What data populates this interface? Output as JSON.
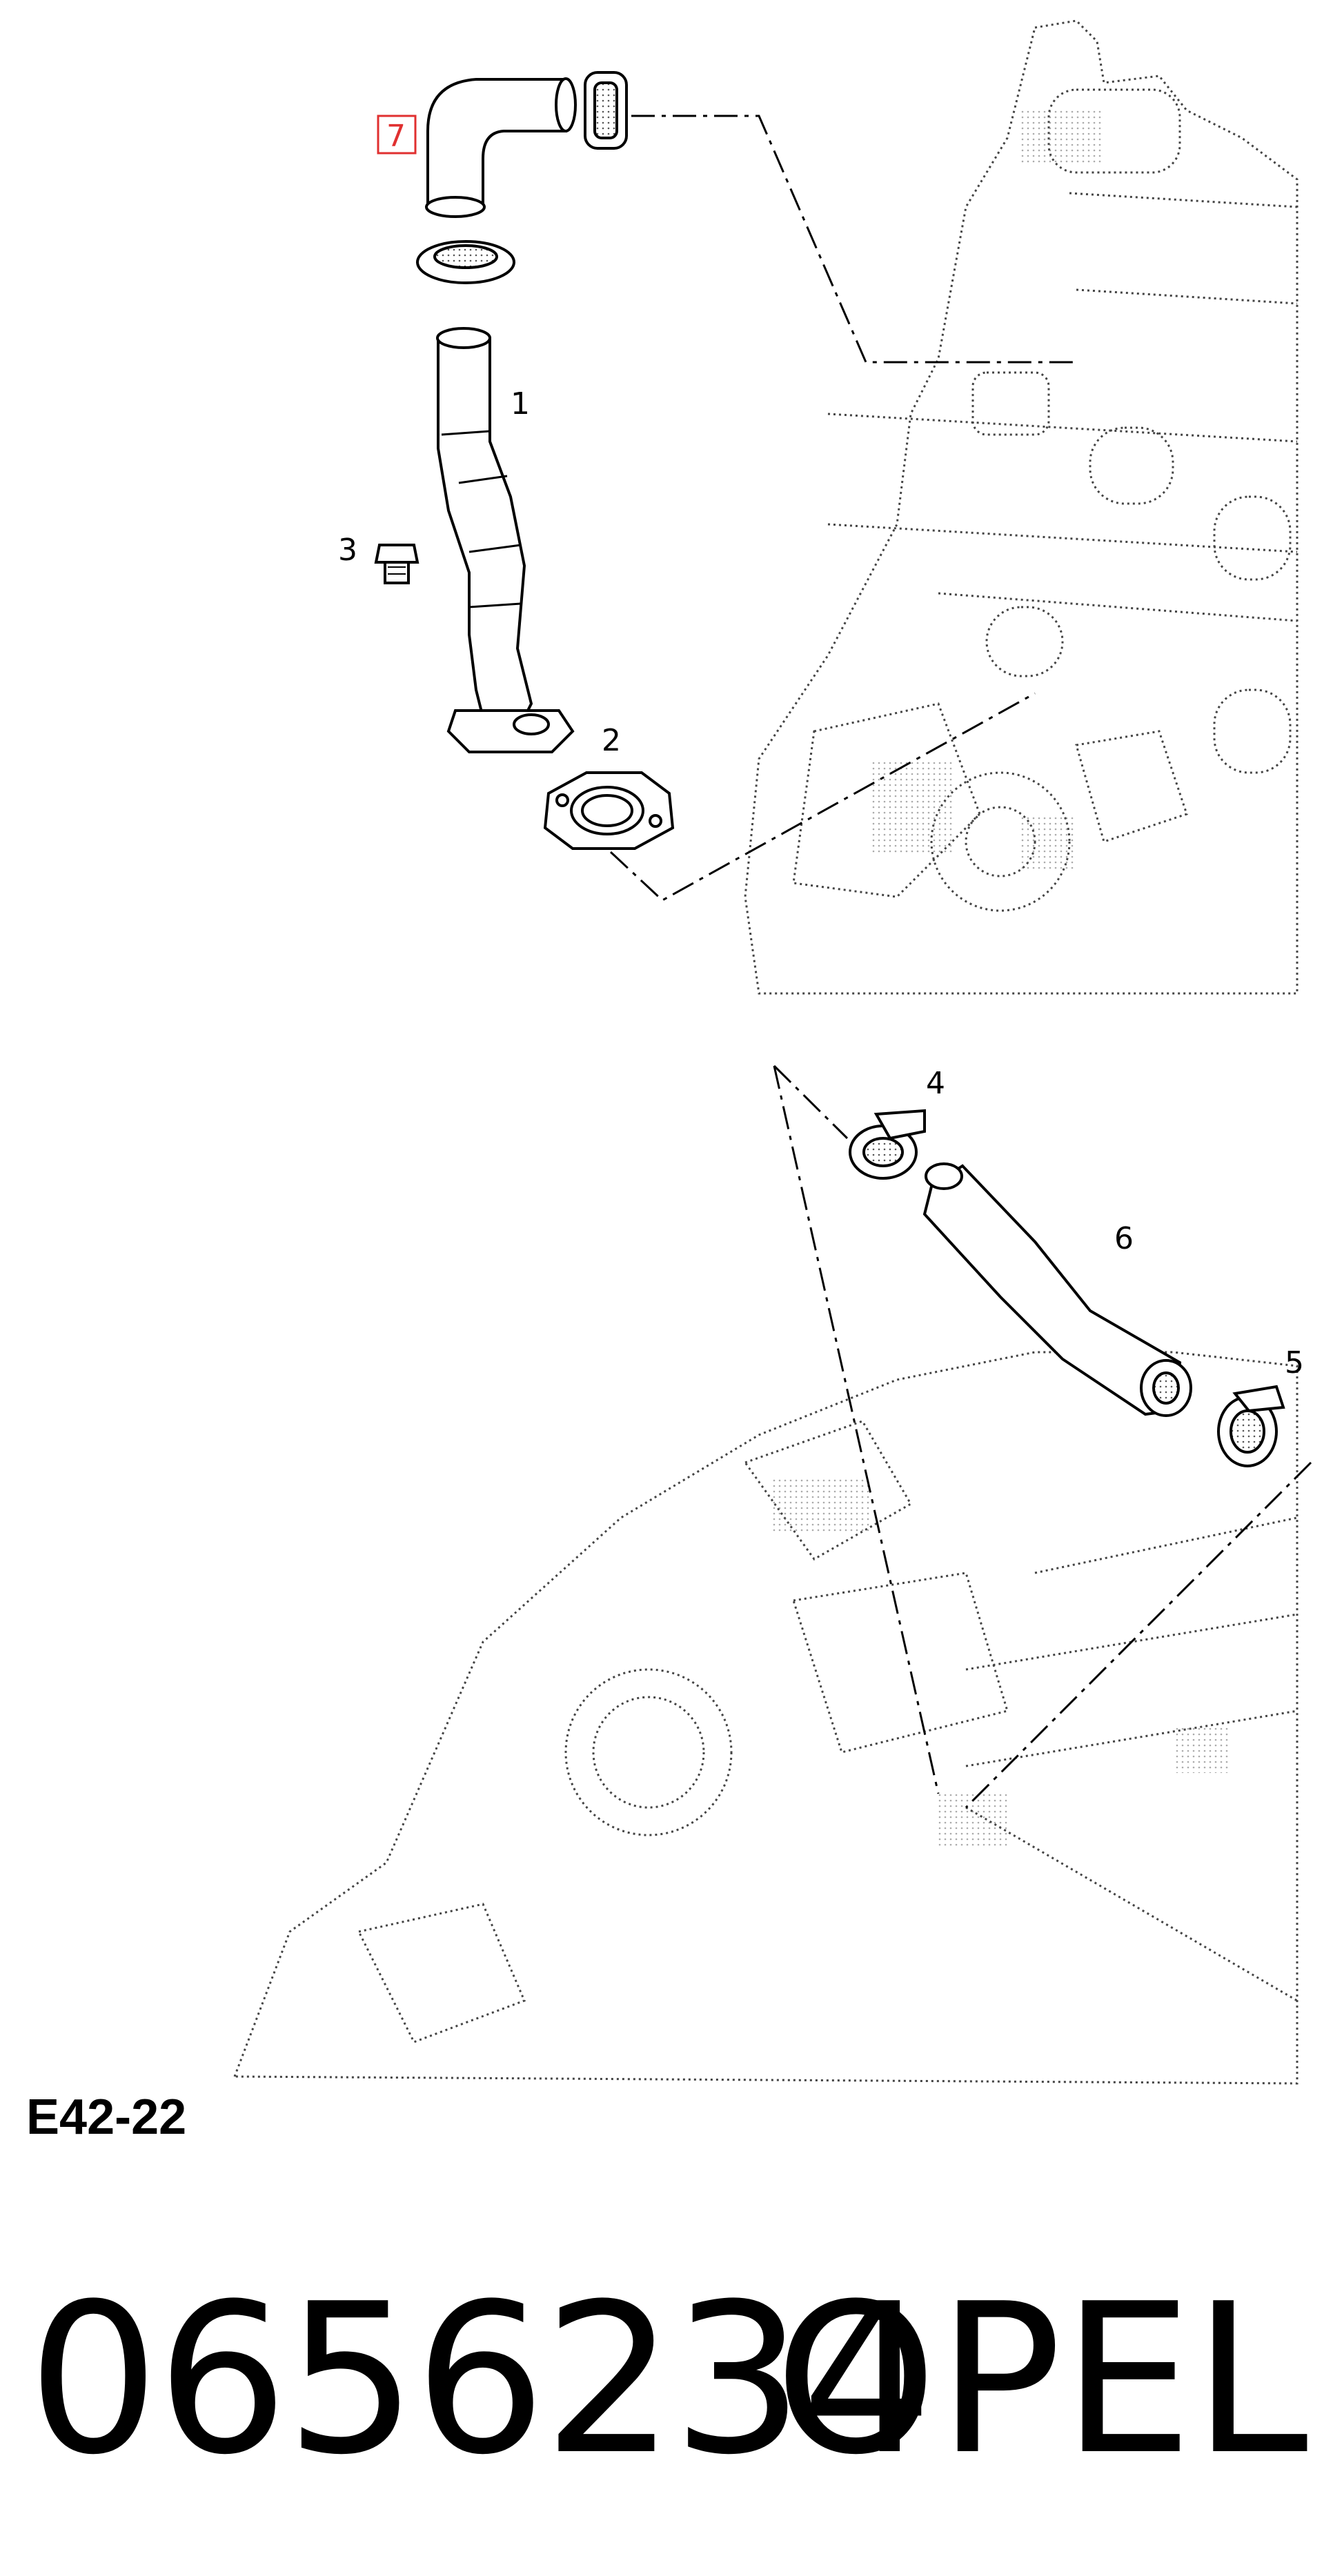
{
  "diagram": {
    "callouts": [
      "1",
      "2",
      "3",
      "4",
      "5",
      "6",
      "7"
    ],
    "highlighted_callout": "7",
    "accent_color": "#e03030",
    "line_color": "#000000"
  },
  "section_code": "E42-22",
  "part_number": "0656234",
  "brand": "OPEL"
}
